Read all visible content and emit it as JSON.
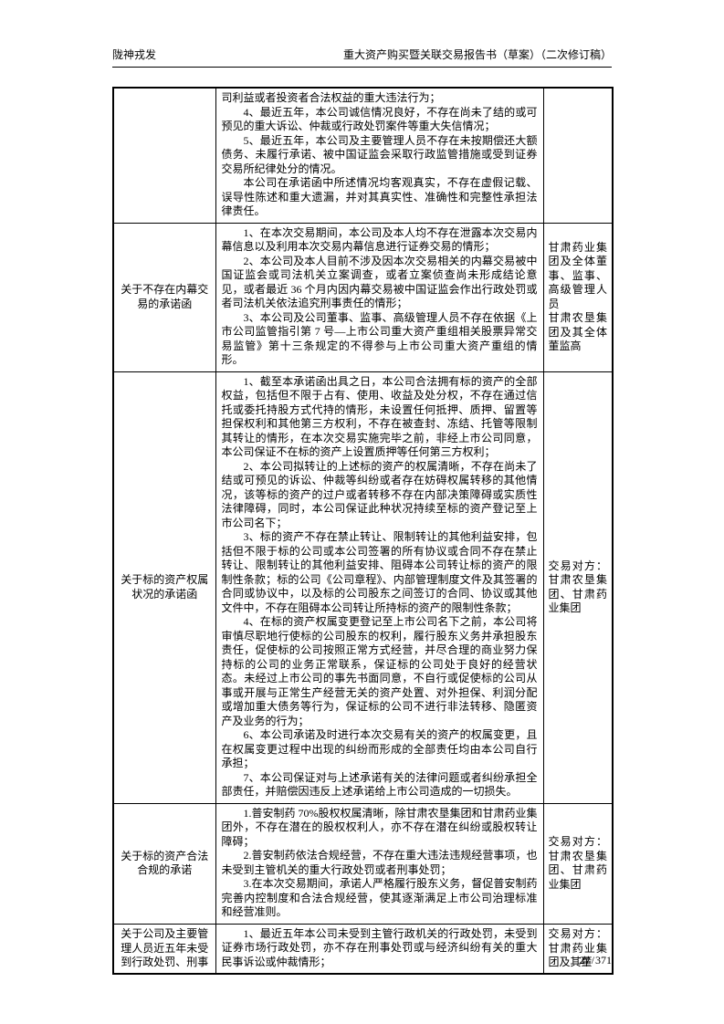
{
  "header": {
    "left": "陇神戎发",
    "right": "重大资产购买暨关联交易报告书（草案）（二次修订稿）"
  },
  "table": {
    "rows": [
      {
        "label": "",
        "paragraphs": [
          {
            "text": "司利益或者投资者合法权益的重大违法行为；",
            "indent": false
          },
          {
            "text": "4、最近五年，本公司诚信情况良好，不存在尚未了结的或可预见的重大诉讼、仲裁或行政处罚案件等重大失信情况；",
            "indent": true
          },
          {
            "text": "5、最近五年，本公司及主要管理人员不存在未按期偿还大额债务、未履行承诺、被中国证监会采取行政监管措施或受到证券交易所纪律处分的情况。",
            "indent": true
          },
          {
            "text": "本公司在承诺函中所述情况均客观真实，不存在虚假记载、误导性陈述和重大遗漏，并对其真实性、准确性和完整性承担法律责任。",
            "indent": true
          }
        ],
        "party": []
      },
      {
        "label": "关于不存在内幕交易的承诺函",
        "paragraphs": [
          {
            "text": "1、在本次交易期间，本公司及本人均不存在泄露本次交易内幕信息以及利用本次交易内幕信息进行证券交易的情形；",
            "indent": true
          },
          {
            "text": "2、本公司及本人目前不涉及因本次交易相关的内幕交易被中国证监会或司法机关立案调查，或者立案侦查尚未形成结论意见，或者最近 36 个月内因内幕交易被中国证监会作出行政处罚或者司法机关依法追究刑事责任的情形；",
            "indent": true
          },
          {
            "text": "3、本公司及公司董事、监事、高级管理人员不存在依据《上市公司监管指引第 7 号—上市公司重大资产重组相关股票异常交易监管》第十三条规定的不得参与上市公司重大资产重组的情形。",
            "indent": true
          }
        ],
        "party": [
          "甘肃药业集团及全体董事、监事、高级管理人员",
          "甘肃农垦集团及其全体董监高"
        ]
      },
      {
        "label": "关于标的资产权属状况的承诺函",
        "paragraphs": [
          {
            "text": "1、截至本承诺函出具之日，本公司合法拥有标的资产的全部权益，包括但不限于占有、使用、收益及处分权，不存在通过信托或委托持股方式代持的情形，未设置任何抵押、质押、留置等担保权利和其他第三方权利，不存在被查封、冻结、托管等限制其转让的情形，在本次交易实施完毕之前，非经上市公司同意，本公司保证不在标的资产上设置质押等任何第三方权利；",
            "indent": true
          },
          {
            "text": "2、本公司拟转让的上述标的资产的权属清晰，不存在尚未了结或可预见的诉讼、仲裁等纠纷或者存在妨碍权属转移的其他情况，该等标的资产的过户或者转移不存在内部决策障碍或实质性法律障碍，同时，本公司保证此种状况持续至标的资产登记至上市公司名下；",
            "indent": true
          },
          {
            "text": "3、标的资产不存在禁止转让、限制转让的其他利益安排，包括但不限于标的公司或本公司签署的所有协议或合同不存在禁止转让、限制转让的其他利益安排、阻碍本公司转让标的资产的限制性条款；标的公司《公司章程》、内部管理制度文件及其签署的合同或协议中，以及标的公司股东之间签订的合同、协议或其他文件中，不存在阻碍本公司转让所持标的资产的限制性条款；",
            "indent": true
          },
          {
            "text": "4、在标的资产权属变更登记至上市公司名下之前，本公司将审慎尽职地行使标的公司股东的权利，履行股东义务并承担股东责任，促使标的公司按照正常方式经营，并尽合理的商业努力保持标的公司的业务正常联系，保证标的公司处于良好的经营状态。未经过上市公司的事先书面同意，不自行或促使标的公司从事或开展与正常生产经营无关的资产处置、对外担保、利润分配或增加重大债务等行为，保证标的公司不进行非法转移、隐匿资产及业务的行为；",
            "indent": true
          },
          {
            "text": "6、本公司承诺及时进行本次交易有关的资产的权属变更，且在权属变更过程中出现的纠纷而形成的全部责任均由本公司自行承担；",
            "indent": true
          },
          {
            "text": "7、本公司保证对与上述承诺有关的法律问题或者纠纷承担全部责任，并赔偿因违反上述承诺给上市公司造成的一切损失。",
            "indent": true
          }
        ],
        "party": [
          "交易对方：甘肃农垦集团、甘肃药业集团"
        ]
      },
      {
        "label": "关于标的资产合法合规的承诺",
        "paragraphs": [
          {
            "text": "1.普安制药 70%股权权属清晰，除甘肃农垦集团和甘肃药业集团外，不存在潜在的股权权利人，亦不存在潜在纠纷或股权转让障碍；",
            "indent": true
          },
          {
            "text": "2.普安制药依法合规经营，不存在重大违法违规经营事项，也未受到主管机关的重大行政处罚或者刑事处罚；",
            "indent": true
          },
          {
            "text": "3.在本次交易期间，承诺人严格履行股东义务，督促普安制药完善内控制度和合法合规经营，使其逐渐满足上市公司治理标准和经营准则。",
            "indent": true
          }
        ],
        "party": [
          "交易对方：甘肃农垦集团、甘肃药业集团"
        ]
      },
      {
        "label": "关于公司及主要管理人员近五年未受到行政处罚、刑事",
        "paragraphs": [
          {
            "text": "1、最近五年本公司未受到主管行政机关的行政处罚，未受到证券市场行政处罚，亦不存在刑事处罚或与经济纠纷有关的重大民事诉讼或仲裁情形；",
            "indent": true
          }
        ],
        "party": [
          "交易对方：甘肃药业集团及其董"
        ]
      }
    ]
  },
  "footer": {
    "current": "27",
    "separator": "/",
    "total": "371"
  }
}
